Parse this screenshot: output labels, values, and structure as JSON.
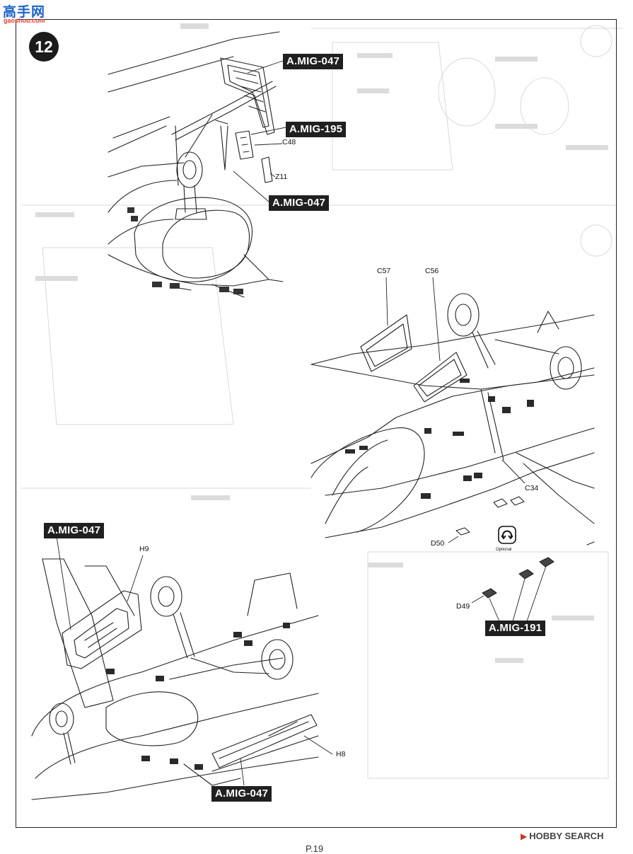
{
  "watermark": {
    "site_cjk": "高手网",
    "site_url": "gaoshou.com",
    "footer_brand": "HOBBY SEARCH",
    "footer_mark_icon": "hobby-search-logo-icon"
  },
  "step": {
    "number": "12"
  },
  "callouts": {
    "top_047a": "A.MIG-047",
    "top_195": "A.MIG-195",
    "top_047b": "A.MIG-047",
    "lower_left_047": "A.MIG-047",
    "bottom_047": "A.MIG-047",
    "right_191": "A.MIG-191"
  },
  "parts": {
    "c48": "C48",
    "z11": "Z11",
    "c57": "C57",
    "c56": "C56",
    "c34": "C34",
    "d50": "D50",
    "d49": "D49",
    "h9": "H9",
    "h8": "H8"
  },
  "optional": {
    "label": "Optional",
    "icon": "optional-rotate-icon"
  },
  "footer": {
    "page_number": "P.19"
  }
}
